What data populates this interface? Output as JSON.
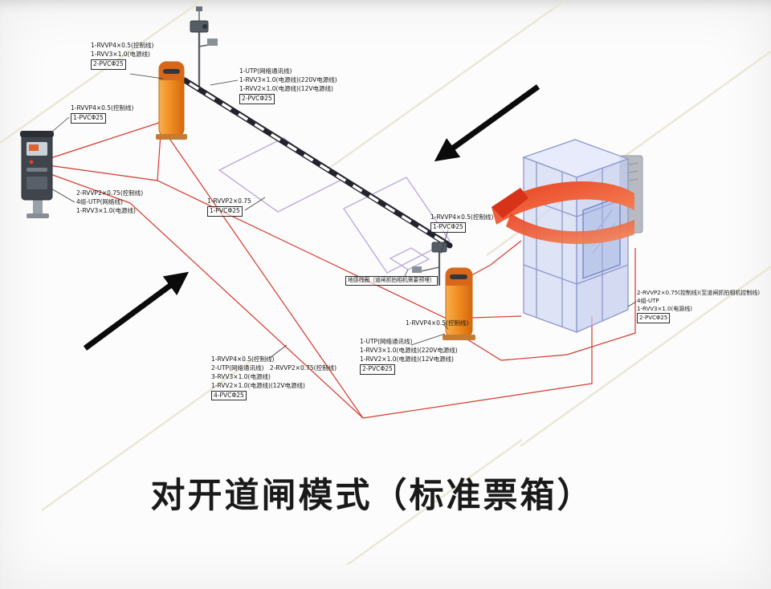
{
  "title": "对开道闸模式（标准票箱）",
  "colors": {
    "gate_orange": "#ef8a1f",
    "wire_red": "#d4382c",
    "ribbon_red": "#e8401f",
    "island_purple": "#c0a9dd",
    "arrow_black": "#0b0b0b"
  },
  "labels": {
    "gate1_cables": {
      "line1": "1-RVVP4×0.5(控制线)",
      "line2": "1-RVV3×1.0(电源线)",
      "line3": "2-PVCΦ25"
    },
    "ticket_cables": {
      "line1": "1-RVVP4×0.5(控制线)",
      "line2": "1-PVCΦ25"
    },
    "camera1_cables": {
      "line1": "1-UTP(网络通讯线)",
      "line2": "1-RVV3×1.0(电源线)(220V电源线)",
      "line3": "1-RVV2×1.0(电源线)(12V电源线)",
      "line4": "2-PVCΦ25"
    },
    "left_trunk": {
      "line1": "2-RVVP2×0.75(控制线)",
      "line2": "4组-UTP(网络线)",
      "line3": "1-RVV3×1.0(电源线)"
    },
    "island_cables": {
      "line1": "1-RVVP2×0.75",
      "line2": "1-PVCΦ25"
    },
    "gate2_camera_feed": {
      "line1": "1-RVVP4×0.5(控制线)",
      "line2": "1-PVCΦ25"
    },
    "ground_loop_note": {
      "line1": "地感线圈（道闸抓拍相机需要预埋）"
    },
    "gate2_control": {
      "line1": "1-RVVP4×0.5(控制线)"
    },
    "gate2_cables": {
      "line1": "1-UTP(网络通讯线)",
      "line2": "1-RVV3×1.0(电源线)(220V电源线)",
      "line3": "1-RVV2×1.0(电源线)(12V电源线)",
      "line4": "2-PVCΦ25"
    },
    "bottom_trunk": {
      "line1": "1-RVVP4×0.5(控制线)",
      "line2a": "2-UTP(网络通讯线)",
      "line2b": "2-RVVP2×0.75(控制线)",
      "line3": "3-RVV3×1.0(电源线)",
      "line4": "1-RVV2×1.0(电源线)(12V电源线)",
      "line5": "4-PVCΦ25"
    },
    "booth_cables": {
      "line1": "2-RVVP2×0.75(控制线)(至道闸抓拍相机控制线)",
      "line2": "4组-UTP",
      "line3": "1-RVV3×1.0(电源线)",
      "line4": "2-PVCΦ25"
    }
  }
}
